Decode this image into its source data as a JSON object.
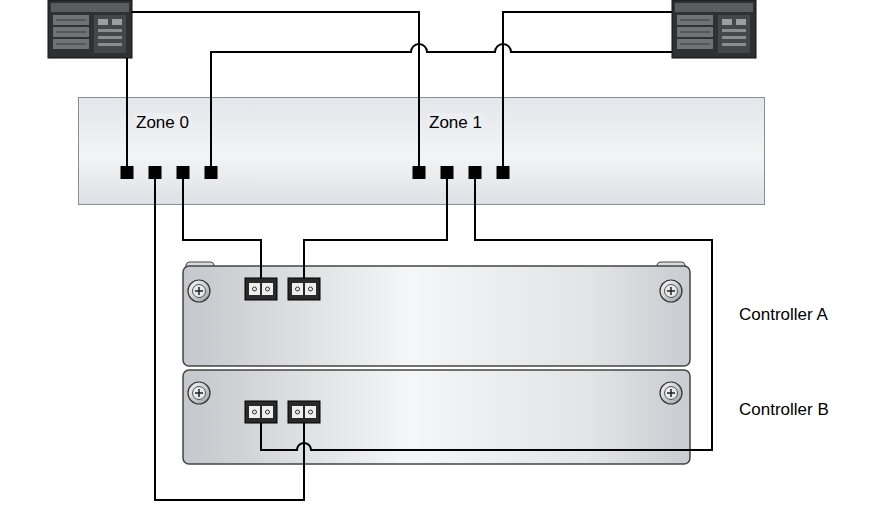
{
  "diagram": {
    "nodes": [
      {
        "text": [
          "Zone 0",
          "Zone 1"
        ]
      },
      {
        "text": [
          "Controller A"
        ]
      },
      {
        "text": [
          "Controller B"
        ]
      }
    ],
    "edges": [
      {
        "from": 0,
        "to": 1,
        "arrow": "none"
      },
      {
        "from": 0,
        "to": 1,
        "arrow": "none"
      },
      {
        "from": 0,
        "to": 2,
        "arrow": "none"
      },
      {
        "from": 0,
        "to": 2,
        "arrow": "none"
      }
    ]
  }
}
